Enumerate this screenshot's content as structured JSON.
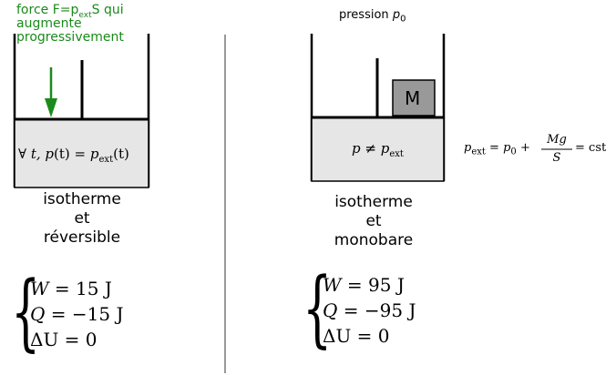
{
  "left": {
    "force_label": {
      "prefix": "force F=p",
      "sub": "ext",
      "suffix": "S qui augmente progressivement"
    },
    "piston_text": {
      "forall": "∀",
      "t": "t,",
      "p": "p",
      "t_paren": "(t)",
      "equals": "=",
      "pext_p": "p",
      "pext_sub": "ext",
      "pext_t": "(t)"
    },
    "caption": [
      "isotherme",
      "et",
      "réversible"
    ],
    "system": {
      "W": {
        "var": "W",
        "op": "=",
        "value": "15 J"
      },
      "Q": {
        "var": "Q",
        "op": "=",
        "value": "−15 J"
      },
      "dU": {
        "var": "ΔU",
        "op": "=",
        "value": "0"
      }
    }
  },
  "right": {
    "pressure_label": {
      "text": "pression",
      "p": "p",
      "sub": "0"
    },
    "mass_label": "M",
    "piston_text": {
      "p": "p",
      "neq": "≠",
      "pext_p": "p",
      "pext_sub": "ext"
    },
    "caption": [
      "isotherme",
      "et",
      "monobare"
    ],
    "formula": {
      "lhs_p": "p",
      "lhs_sub": "ext",
      "eq": "=",
      "p0_p": "p",
      "p0_sub": "0",
      "plus": "+",
      "num": "Mg",
      "den": "S",
      "eq2": "=",
      "rhs": "cst"
    },
    "system": {
      "W": {
        "var": "W",
        "op": "=",
        "value": "95 J"
      },
      "Q": {
        "var": "Q",
        "op": "=",
        "value": "−95 J"
      },
      "dU": {
        "var": "ΔU",
        "op": "=",
        "value": "0"
      }
    }
  },
  "colors": {
    "gas_fill": "#e6e6e6",
    "mass_fill": "#999999",
    "arrow": "#1a8a1a",
    "divider": "#555555"
  }
}
